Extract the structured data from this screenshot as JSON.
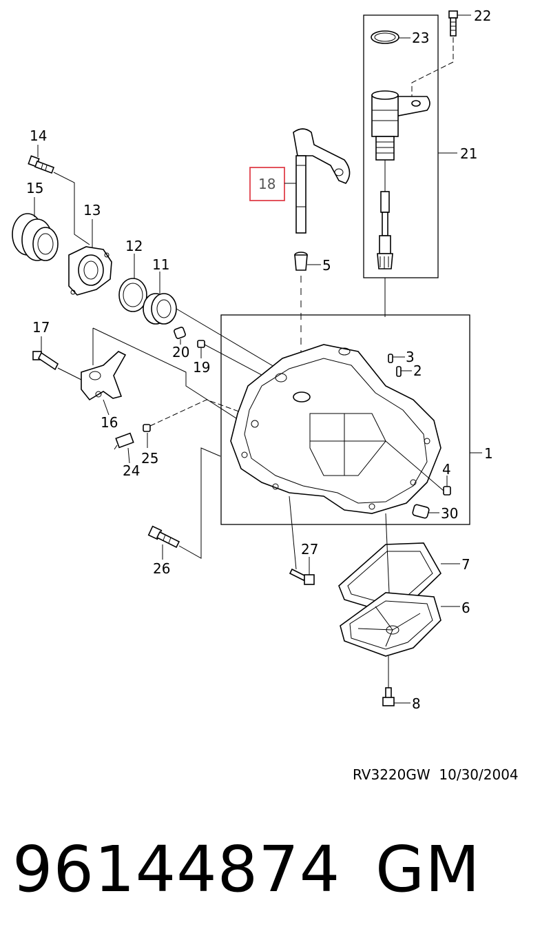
{
  "diagram": {
    "callouts": [
      {
        "id": "1",
        "text": "1"
      },
      {
        "id": "2",
        "text": "2"
      },
      {
        "id": "3",
        "text": "3"
      },
      {
        "id": "4",
        "text": "4"
      },
      {
        "id": "5",
        "text": "5"
      },
      {
        "id": "6",
        "text": "6"
      },
      {
        "id": "7",
        "text": "7"
      },
      {
        "id": "8",
        "text": "8"
      },
      {
        "id": "11",
        "text": "11"
      },
      {
        "id": "12",
        "text": "12"
      },
      {
        "id": "13",
        "text": "13"
      },
      {
        "id": "14",
        "text": "14"
      },
      {
        "id": "15",
        "text": "15"
      },
      {
        "id": "16",
        "text": "16"
      },
      {
        "id": "17",
        "text": "17"
      },
      {
        "id": "18",
        "text": "18"
      },
      {
        "id": "19",
        "text": "19"
      },
      {
        "id": "20",
        "text": "20"
      },
      {
        "id": "21",
        "text": "21"
      },
      {
        "id": "22",
        "text": "22"
      },
      {
        "id": "23",
        "text": "23"
      },
      {
        "id": "24",
        "text": "24"
      },
      {
        "id": "25",
        "text": "25"
      },
      {
        "id": "26",
        "text": "26"
      },
      {
        "id": "27",
        "text": "27"
      },
      {
        "id": "30",
        "text": "30"
      }
    ],
    "highlighted_callout": "18",
    "highlight_color": "#e0404a"
  },
  "footer": {
    "drawing_code": "RV3220GW",
    "drawing_date": "10/30/2004",
    "part_number": "96144874",
    "brand": "GM"
  }
}
